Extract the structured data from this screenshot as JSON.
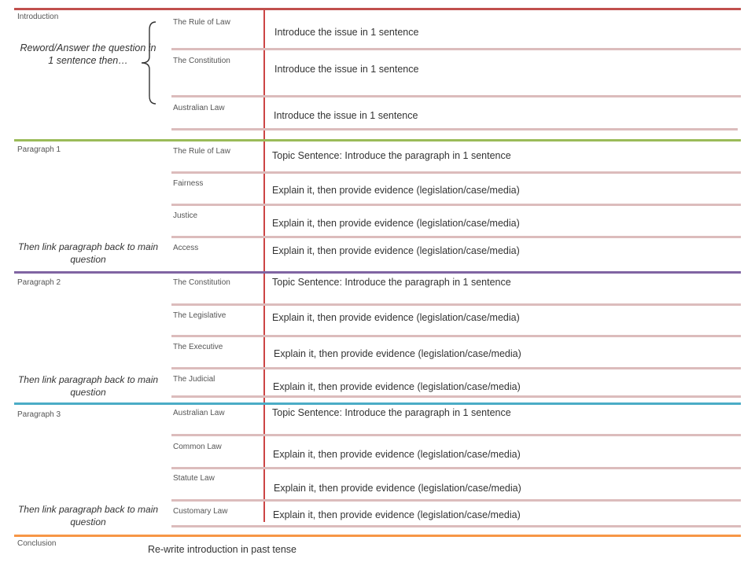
{
  "colors": {
    "introduction": "#c0504d",
    "paragraph1": "#9bbb59",
    "paragraph2": "#8064a2",
    "paragraph3": "#4bacc6",
    "conclusion": "#f79646",
    "row_divider": "#dcbcbc",
    "vertical_rule": "#cc4444"
  },
  "introduction": {
    "label": "Introduction",
    "note": "Reword/Answer the question in 1 sentence then…",
    "rows": [
      {
        "sub": "The Rule of Law",
        "text": "Introduce the issue in 1 sentence"
      },
      {
        "sub": "The Constitution",
        "text": "Introduce the issue in 1 sentence"
      },
      {
        "sub": "Australian Law",
        "text": "Introduce the issue in 1 sentence"
      }
    ]
  },
  "paragraph1": {
    "label": "Paragraph  1",
    "note": "Then link paragraph back to main question",
    "rows": [
      {
        "sub": "The Rule of Law",
        "text": "Topic Sentence: Introduce the paragraph in 1 sentence"
      },
      {
        "sub": "Fairness",
        "text": "Explain it, then provide evidence (legislation/case/media)"
      },
      {
        "sub": "Justice",
        "text": "Explain it, then provide evidence (legislation/case/media)"
      },
      {
        "sub": "Access",
        "text": "Explain it, then provide evidence (legislation/case/media)"
      }
    ]
  },
  "paragraph2": {
    "label": "Paragraph  2",
    "note": "Then link paragraph back to main question",
    "rows": [
      {
        "sub": "The Constitution",
        "text": "Topic Sentence: Introduce the paragraph in 1 sentence"
      },
      {
        "sub": "The Legislative",
        "text": "Explain it, then provide evidence (legislation/case/media)"
      },
      {
        "sub": "The Executive",
        "text": "Explain it, then provide evidence (legislation/case/media)"
      },
      {
        "sub": "The Judicial",
        "text": "Explain it, then provide evidence (legislation/case/media)"
      }
    ]
  },
  "paragraph3": {
    "label": "Paragraph  3",
    "note": "Then link paragraph back to main question",
    "rows": [
      {
        "sub": "Australian Law",
        "text": "Topic Sentence: Introduce the paragraph in 1 sentence"
      },
      {
        "sub": "Common Law",
        "text": "Explain it, then provide evidence (legislation/case/media)"
      },
      {
        "sub": "Statute  Law",
        "text": "Explain it, then provide evidence (legislation/case/media)"
      },
      {
        "sub": "Customary  Law",
        "text": "Explain it, then provide evidence (legislation/case/media)"
      }
    ]
  },
  "conclusion": {
    "label": "Conclusion",
    "text": "Re-write introduction in past tense"
  }
}
